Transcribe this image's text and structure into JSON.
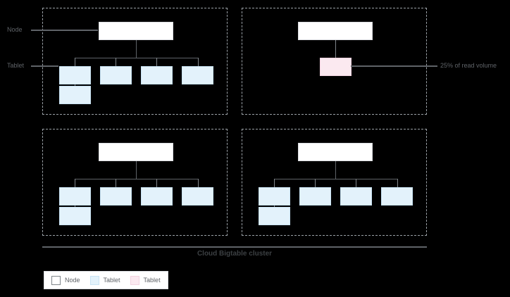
{
  "diagram": {
    "caption": "Cloud Bigtable cluster",
    "annotations": {
      "node_label": "Node",
      "tablet_label": "Tablet",
      "hotspot_label": "25% of read volume"
    },
    "legend": {
      "items": [
        {
          "label": "Node",
          "color": "#ffffff",
          "border": "#80868b",
          "icon": "node-swatch"
        },
        {
          "label": "Tablet",
          "color": "#e3f2fb",
          "border": "#c9e3f4",
          "icon": "tablet-swatch"
        },
        {
          "label": "Tablet",
          "color": "#fbe9f0",
          "border": "#f2d3e0",
          "icon": "hot-tablet-swatch"
        }
      ]
    },
    "colors": {
      "background": "#000000",
      "node_fill": "#ffffff",
      "tablet_fill": "#e3f2fb",
      "hot_tablet_fill": "#fbe9f0",
      "line": "#5f6368",
      "dashed_border": "#9aa0a6",
      "text": "#5f6368"
    },
    "containers": [
      {
        "id": "container-0",
        "name": "node-group-top-left",
        "node_count": 1,
        "tablet_count": 5,
        "hot_tablet_count": 0
      },
      {
        "id": "container-1",
        "name": "node-group-top-right",
        "node_count": 1,
        "tablet_count": 0,
        "hot_tablet_count": 1
      },
      {
        "id": "container-2",
        "name": "node-group-bottom-left",
        "node_count": 1,
        "tablet_count": 5,
        "hot_tablet_count": 0
      },
      {
        "id": "container-3",
        "name": "node-group-bottom-right",
        "node_count": 1,
        "tablet_count": 5,
        "hot_tablet_count": 0
      }
    ]
  }
}
